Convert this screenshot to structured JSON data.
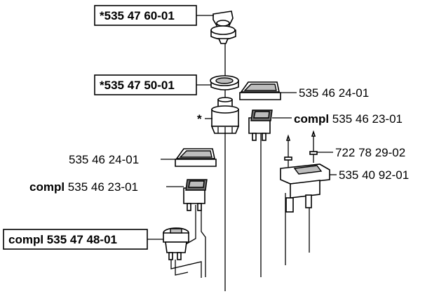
{
  "labels": {
    "key_switch": "*535 47 60-01",
    "nut": "*535 47 50-01",
    "asterisk": "*",
    "cover_top": "535 46 24-01",
    "switch_top_prefix": "compl",
    "switch_top_number": "535 46 23-01",
    "cover_left": "535 46 24-01",
    "switch_left_prefix": "compl",
    "switch_left_number": "535 46 23-01",
    "pin": "722 78 29-02",
    "regulator": "535 40 92-01",
    "connector": "compl 535 47 48-01"
  },
  "colors": {
    "line": "#000000",
    "part_fill": "#ffffff",
    "part_shade": "#bdbdbd",
    "part_dark": "#6e6e6e"
  }
}
